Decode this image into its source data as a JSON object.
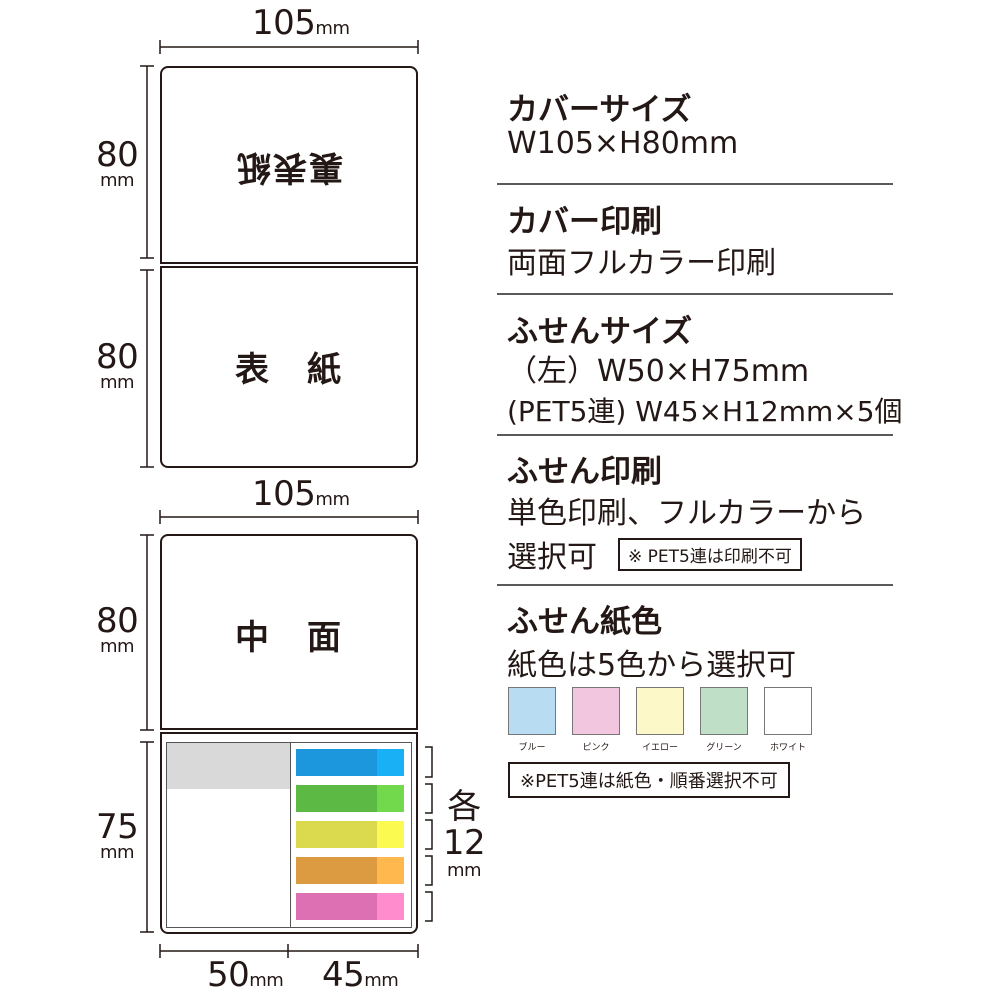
{
  "dimensions": {
    "top_width": "105",
    "top_width_unit": "mm",
    "cover_back_height": "80",
    "cover_back_unit": "mm",
    "cover_front_height": "80",
    "cover_front_unit": "mm",
    "mid_width": "105",
    "mid_width_unit": "mm",
    "inner_height": "80",
    "inner_unit": "mm",
    "sticky_height": "75",
    "sticky_unit": "mm",
    "left_width": "50",
    "left_width_unit": "mm",
    "right_width": "45",
    "right_width_unit": "mm",
    "each_label": "各",
    "each_value": "12",
    "each_unit": "mm"
  },
  "panels": {
    "back_cover": "裏表紙",
    "front_cover": "表　紙",
    "inner": "中　面"
  },
  "specs": [
    {
      "title": "カバーサイズ",
      "lines": [
        "W105×H80mm"
      ]
    },
    {
      "title": "カバー印刷",
      "lines": [
        "両面フルカラー印刷"
      ]
    },
    {
      "title": "ふせんサイズ",
      "lines": [
        "（左）W50×H75mm",
        "(PET5連) W45×H12mm×5個"
      ]
    },
    {
      "title": "ふせん印刷",
      "lines": [
        "単色印刷、フルカラーから",
        "選択可"
      ],
      "note": "※ PET5連は印刷不可"
    },
    {
      "title": "ふせん紙色",
      "lines": [
        "紙色は5色から選択可"
      ],
      "note": "※PET5連は紙色・順番選択不可"
    }
  ],
  "paper_colors": [
    {
      "label": "ブルー",
      "color": "#b8dcf1"
    },
    {
      "label": "ピンク",
      "color": "#f1c6de"
    },
    {
      "label": "イエロー",
      "color": "#fdf8c8"
    },
    {
      "label": "グリーン",
      "color": "#bfdfc6"
    },
    {
      "label": "ホワイト",
      "color": "#ffffff"
    }
  ],
  "pet_strips": [
    {
      "main": "#1c97dd",
      "end": "#1ab0f5"
    },
    {
      "main": "#5bb944",
      "end": "#72d94c"
    },
    {
      "main": "#dbd94e",
      "end": "#fbfa51"
    },
    {
      "main": "#dc9b41",
      "end": "#ffb84e"
    },
    {
      "main": "#dc70b3",
      "end": "#ff8ccd"
    }
  ]
}
